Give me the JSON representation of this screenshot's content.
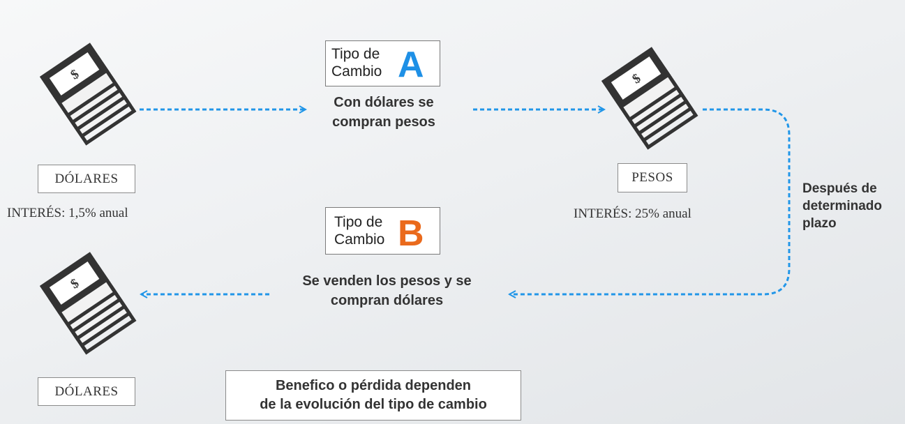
{
  "nodes": {
    "dolares_top": {
      "label": "DÓLARES",
      "interest": "INTERÉS: 1,5% anual"
    },
    "pesos": {
      "label": "PESOS",
      "interest": "INTERÉS: 25% anual"
    },
    "dolares_bottom": {
      "label": "DÓLARES"
    }
  },
  "exchange_a": {
    "line1": "Tipo de",
    "line2": "Cambio",
    "letter": "A",
    "letter_color": "#1e90e6",
    "desc_line1": "Con dólares se",
    "desc_line2": "compran pesos"
  },
  "exchange_b": {
    "line1": "Tipo de",
    "line2": "Cambio",
    "letter": "B",
    "letter_color": "#ea6a1c",
    "desc_line1": "Se venden los pesos y se",
    "desc_line2": "compran dólares"
  },
  "after_period": {
    "line1": "Después de",
    "line2": "determinado",
    "line3": "plazo"
  },
  "result": {
    "line1": "Benefico o pérdida dependen",
    "line2": "de la evolución del tipo de cambio"
  },
  "money_symbol": "$",
  "colors": {
    "arrow": "#2196e8",
    "bill": "#333333"
  }
}
